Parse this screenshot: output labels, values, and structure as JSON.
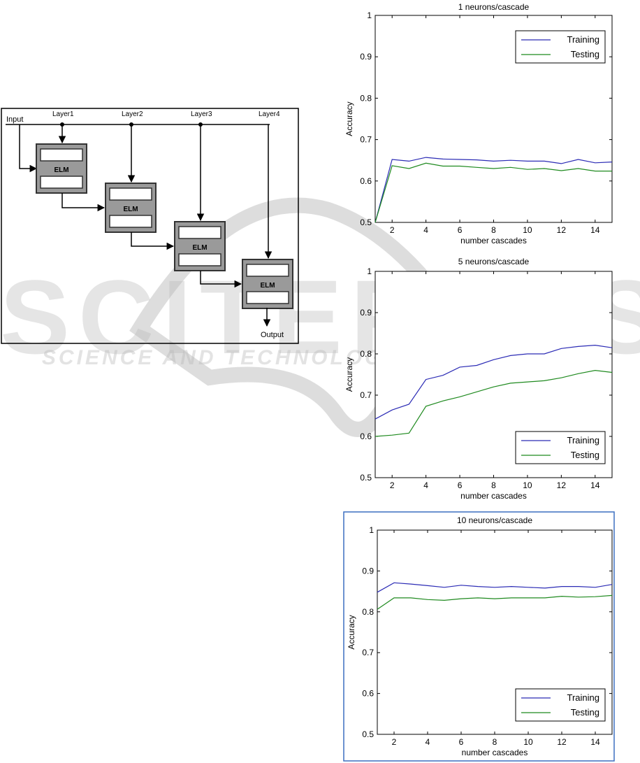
{
  "diagram": {
    "input_label": "Input",
    "output_label": "Output",
    "layers": [
      "Layer1",
      "Layer2",
      "Layer3",
      "Layer4"
    ],
    "block_label": "ELM",
    "colors": {
      "block_fill": "#9a9a9a",
      "block_inner": "#ffffff",
      "line": "#000000"
    }
  },
  "watermark": {
    "text": "SCITEPRESS",
    "subtitle": "SCIENCE AND TECHNOLOGY PUBLICATIONS"
  },
  "chart_data": [
    {
      "type": "line",
      "title": "1 neurons/cascade",
      "xlabel": "number cascades",
      "ylabel": "Accuracy",
      "xlim": [
        1,
        15
      ],
      "ylim": [
        0.5,
        1
      ],
      "xticks": [
        2,
        4,
        6,
        8,
        10,
        12,
        14
      ],
      "yticks": [
        0.5,
        0.6,
        0.7,
        0.8,
        0.9,
        1
      ],
      "ytick_labels": [
        "0.5",
        "0.6",
        "0.7",
        "0.8",
        "0.9",
        "1"
      ],
      "legend": "top-right",
      "x": [
        1,
        2,
        3,
        4,
        5,
        6,
        7,
        8,
        9,
        10,
        11,
        12,
        13,
        14,
        15
      ],
      "series": [
        {
          "name": "Training",
          "color": "#2b2bb5",
          "values": [
            0.5,
            0.652,
            0.648,
            0.657,
            0.653,
            0.652,
            0.651,
            0.648,
            0.65,
            0.648,
            0.648,
            0.642,
            0.652,
            0.644,
            0.646
          ]
        },
        {
          "name": "Testing",
          "color": "#1f8a1f",
          "values": [
            0.5,
            0.637,
            0.63,
            0.643,
            0.636,
            0.636,
            0.633,
            0.63,
            0.633,
            0.628,
            0.63,
            0.625,
            0.63,
            0.624,
            0.624
          ]
        }
      ]
    },
    {
      "type": "line",
      "title": "5 neurons/cascade",
      "xlabel": "number cascades",
      "ylabel": "Accuracy",
      "xlim": [
        1,
        15
      ],
      "ylim": [
        0.5,
        1
      ],
      "xticks": [
        2,
        4,
        6,
        8,
        10,
        12,
        14
      ],
      "yticks": [
        0.5,
        0.6,
        0.7,
        0.8,
        0.9,
        1
      ],
      "ytick_labels": [
        "0.5",
        "0.6",
        "0.7",
        "0.8",
        "0.9",
        "1"
      ],
      "legend": "bottom-right",
      "x": [
        1,
        2,
        3,
        4,
        5,
        6,
        7,
        8,
        9,
        10,
        11,
        12,
        13,
        14,
        15
      ],
      "series": [
        {
          "name": "Training",
          "color": "#2b2bb5",
          "values": [
            0.642,
            0.664,
            0.678,
            0.738,
            0.748,
            0.768,
            0.772,
            0.786,
            0.796,
            0.8,
            0.8,
            0.813,
            0.818,
            0.821,
            0.815
          ]
        },
        {
          "name": "Testing",
          "color": "#1f8a1f",
          "values": [
            0.6,
            0.603,
            0.608,
            0.673,
            0.686,
            0.696,
            0.708,
            0.72,
            0.729,
            0.732,
            0.735,
            0.742,
            0.752,
            0.76,
            0.755
          ]
        }
      ]
    },
    {
      "type": "line",
      "title": "10 neurons/cascade",
      "xlabel": "number cascades",
      "ylabel": "Accuracy",
      "xlim": [
        1,
        15
      ],
      "ylim": [
        0.5,
        1
      ],
      "xticks": [
        2,
        4,
        6,
        8,
        10,
        12,
        14
      ],
      "yticks": [
        0.5,
        0.6,
        0.7,
        0.8,
        0.9,
        1
      ],
      "ytick_labels": [
        "0.5",
        "0.6",
        "0.7",
        "0.8",
        "0.9",
        "1"
      ],
      "legend": "bottom-right",
      "x": [
        1,
        2,
        3,
        4,
        5,
        6,
        7,
        8,
        9,
        10,
        11,
        12,
        13,
        14,
        15
      ],
      "series": [
        {
          "name": "Training",
          "color": "#2b2bb5",
          "values": [
            0.848,
            0.871,
            0.868,
            0.864,
            0.86,
            0.865,
            0.862,
            0.86,
            0.862,
            0.86,
            0.858,
            0.862,
            0.862,
            0.86,
            0.867
          ]
        },
        {
          "name": "Testing",
          "color": "#1f8a1f",
          "values": [
            0.806,
            0.834,
            0.834,
            0.83,
            0.828,
            0.832,
            0.834,
            0.832,
            0.834,
            0.834,
            0.834,
            0.838,
            0.836,
            0.837,
            0.84
          ]
        }
      ]
    }
  ]
}
